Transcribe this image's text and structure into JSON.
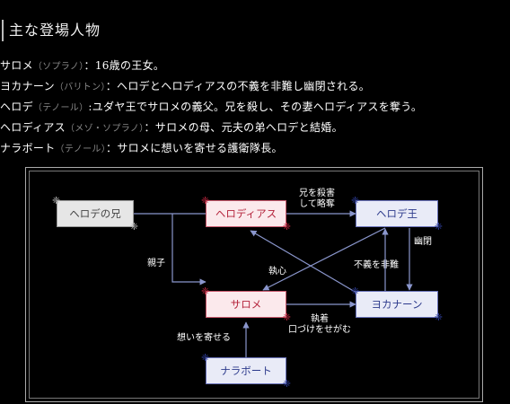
{
  "heading": "主な登場人物",
  "cast": [
    {
      "name": "サロメ",
      "voice": "（ソプラノ）",
      "desc": "：16歳の王女。"
    },
    {
      "name": "ヨカナーン",
      "voice": "（バリトン）",
      "desc": "：ヘロデとヘロディアスの不義を非難し幽閉される。"
    },
    {
      "name": "ヘロデ",
      "voice": "（テノール）",
      "desc": ":ユダヤ王でサロメの義父。兄を殺し、その妻ヘロディアスを奪う。"
    },
    {
      "name": "ヘロディアス",
      "voice": "（メゾ・ソプラノ）",
      "desc": "：サロメの母、元夫の弟ヘロデと結婚。"
    },
    {
      "name": "ナラボート",
      "voice": "（テノール）",
      "desc": "：サロメに想いを寄せる護衛隊長。"
    }
  ],
  "diagram": {
    "nodes": {
      "herod_brother": "ヘロデの兄",
      "herodias": "ヘロディアス",
      "herod": "ヘロデ王",
      "salome": "サロメ",
      "jochanaan": "ヨカナーン",
      "narraboth": "ナラボート"
    },
    "labels": {
      "kill_and_take_1": "兄を殺害",
      "kill_and_take_2": "して略奪",
      "imprison": "幽閉",
      "parent": "親子",
      "infatuation": "執心",
      "denounce": "不義を非難",
      "obsession_1": "執着",
      "obsession_2": "口づけをせがむ",
      "longing": "想いを寄せる"
    }
  }
}
